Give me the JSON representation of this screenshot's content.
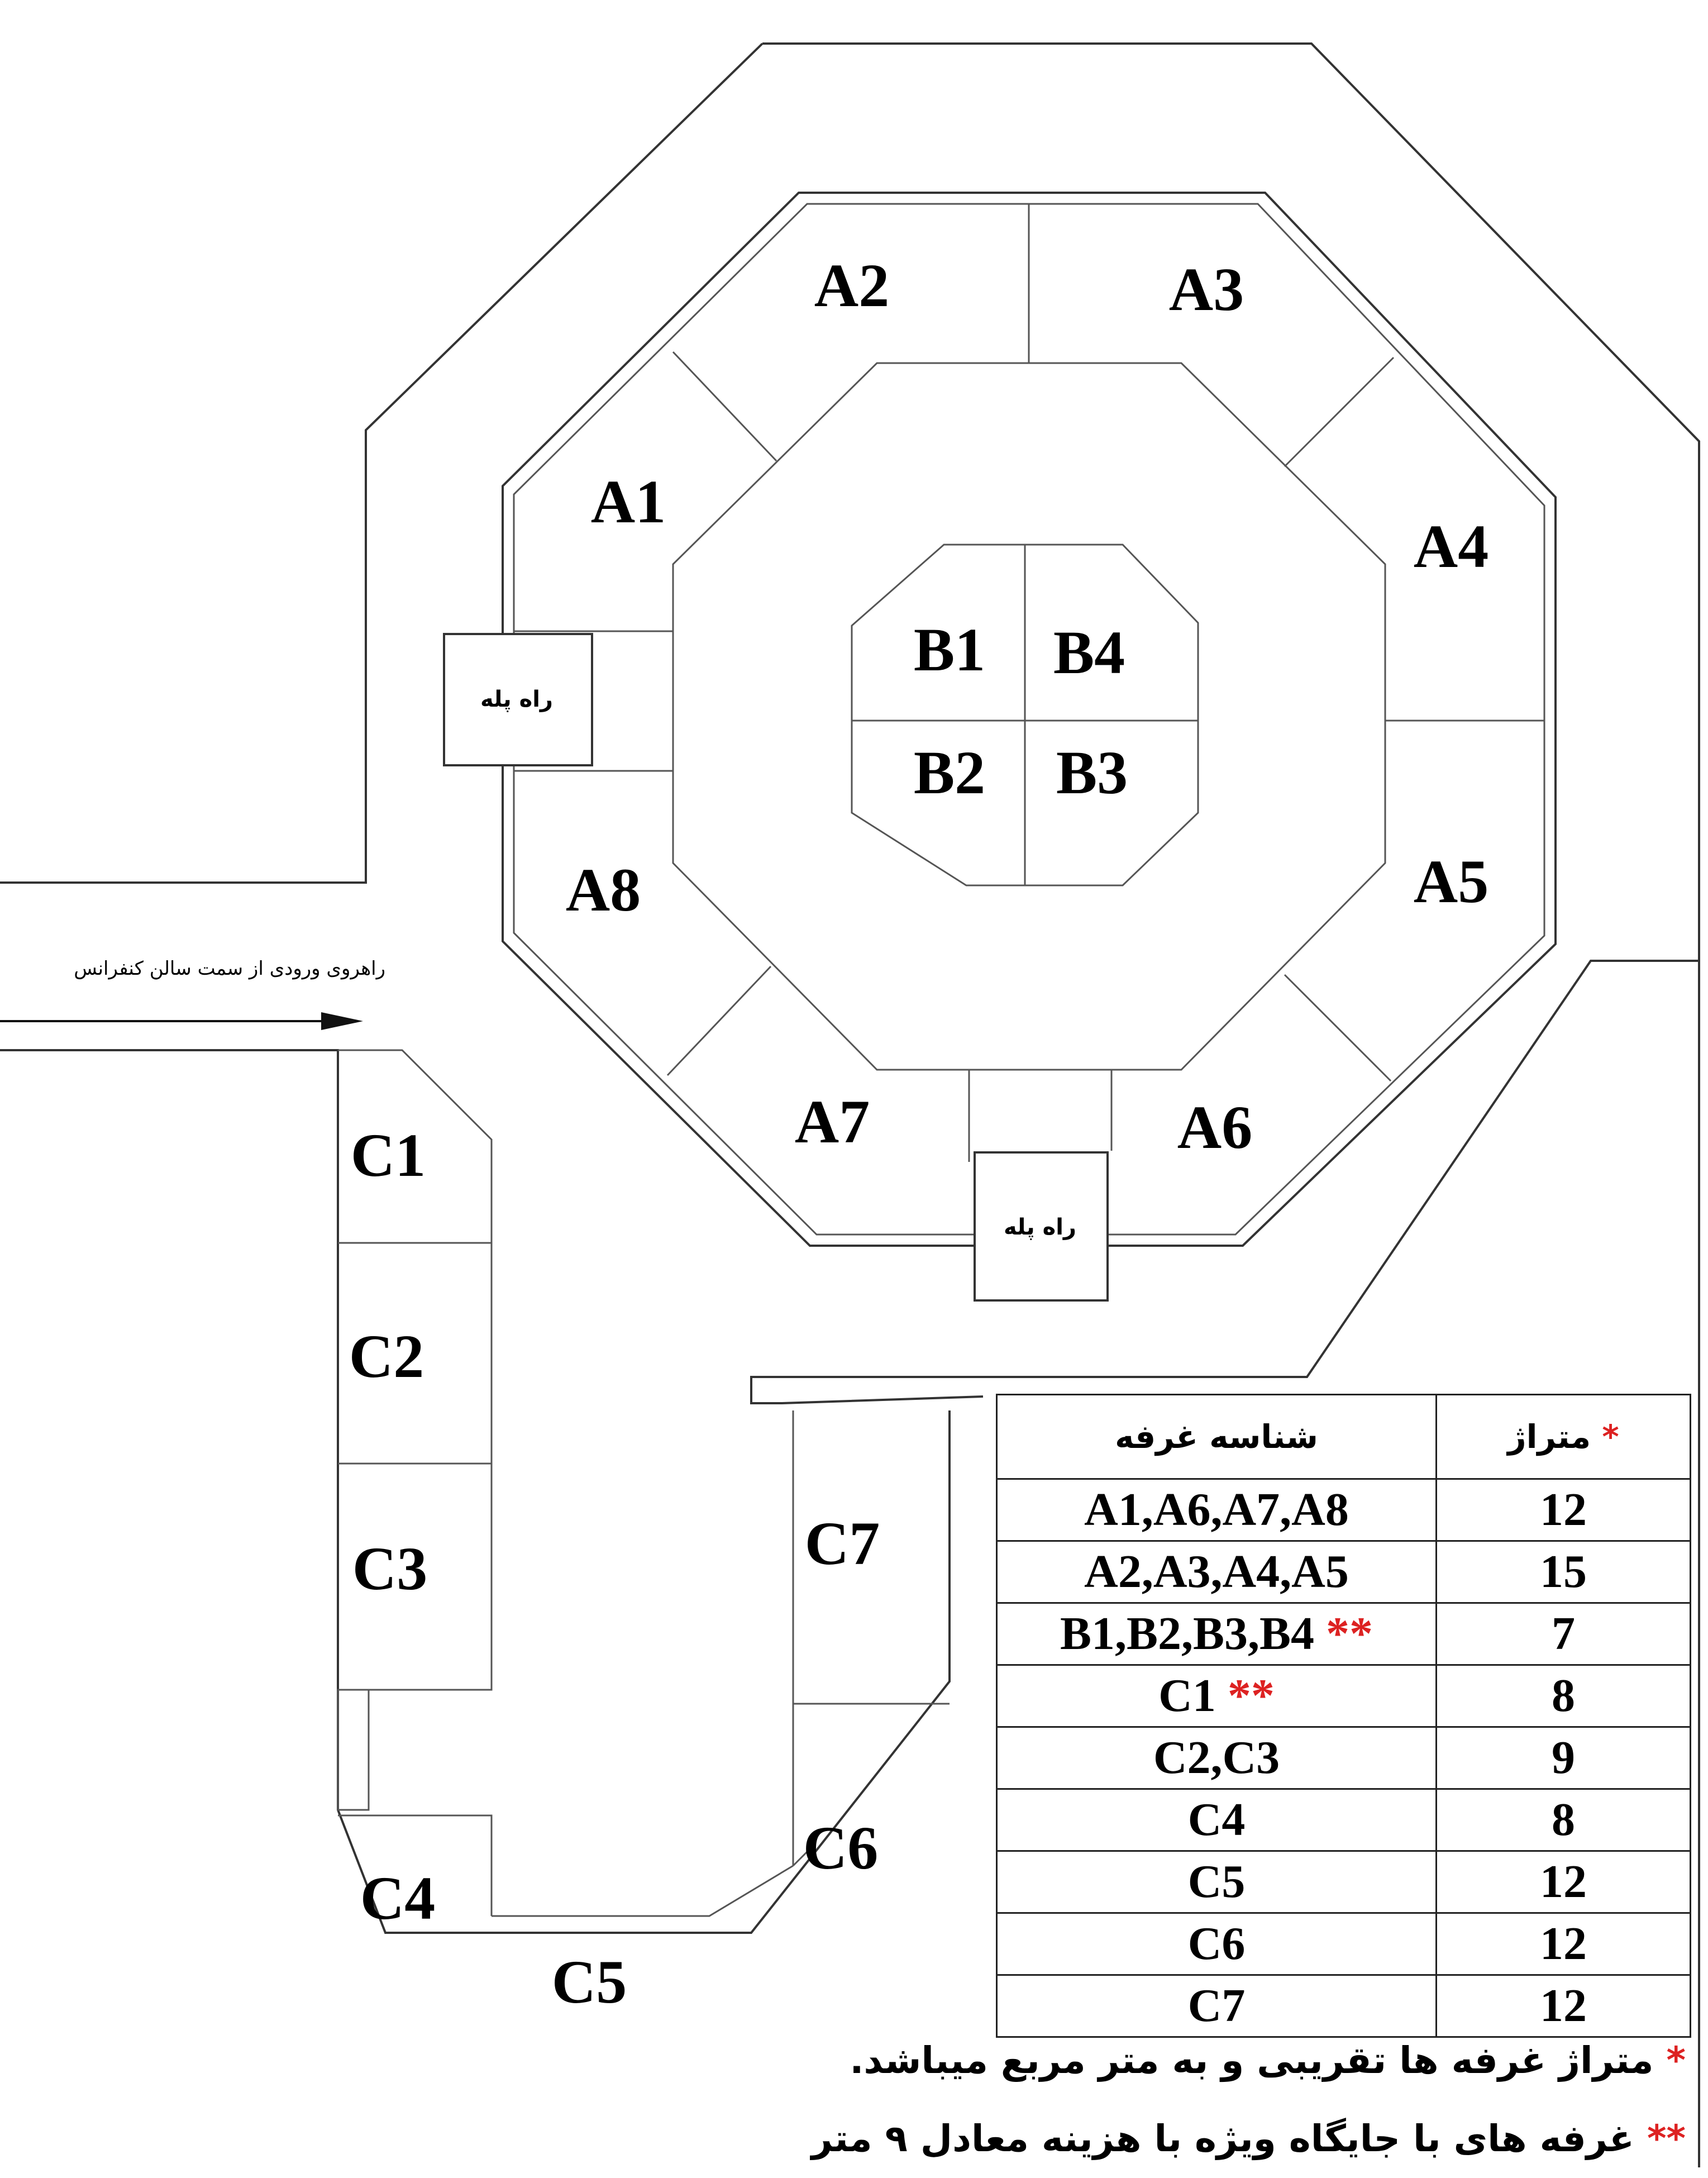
{
  "stairs_label": "راه پله",
  "corridor_label": "راهروی ورودی از سمت سالن کنفرانس",
  "booths": {
    "A1": "A1",
    "A2": "A2",
    "A3": "A3",
    "A4": "A4",
    "A5": "A5",
    "A6": "A6",
    "A7": "A7",
    "A8": "A8",
    "B1": "B1",
    "B2": "B2",
    "B3": "B3",
    "B4": "B4",
    "C1": "C1",
    "C2": "C2",
    "C3": "C3",
    "C4": "C4",
    "C5": "C5",
    "C6": "C6",
    "C7": "C7"
  },
  "table": {
    "header_area": "متراژ",
    "header_area_mark": "*",
    "header_id": "شناسه غرفه",
    "rows": [
      {
        "ids": "A1,A6,A7,A8",
        "mark": "",
        "area": "12"
      },
      {
        "ids": "A2,A3,A4,A5",
        "mark": "",
        "area": "15"
      },
      {
        "ids": "B1,B2,B3,B4",
        "mark": "**",
        "area": "7"
      },
      {
        "ids": "C1",
        "mark": "**",
        "area": "8"
      },
      {
        "ids": "C2,C3",
        "mark": "",
        "area": "9"
      },
      {
        "ids": "C4",
        "mark": "",
        "area": "8"
      },
      {
        "ids": "C5",
        "mark": "",
        "area": "12"
      },
      {
        "ids": "C6",
        "mark": "",
        "area": "12"
      },
      {
        "ids": "C7",
        "mark": "",
        "area": "12"
      }
    ]
  },
  "notes": {
    "note1_mark": "*",
    "note1": "متراژ غرفه ها تقریبی و به متر مربع میباشد.",
    "note2_mark": "**",
    "note2": "غرفه های با جایگاه ویژه با هزینه معادل ۹ متر"
  },
  "colors": {
    "star": "#dd2222",
    "wall": "#333333"
  }
}
